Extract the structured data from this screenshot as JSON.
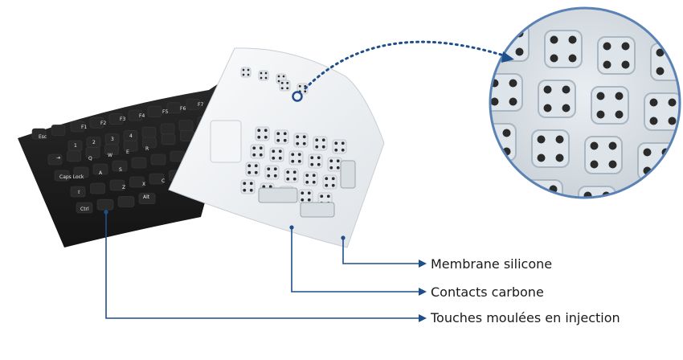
{
  "colors": {
    "accent": "#1f4e8c",
    "keyboard": "#1b1b1b",
    "key": "#2a2a2a",
    "membrane": "#eef0f2",
    "carbon_contact": "#2b2b2b"
  },
  "callouts": {
    "membrane": "Membrane silicone",
    "contacts": "Contacts carbone",
    "touches": "Touches moulées en injection"
  },
  "keys": {
    "esc": "Esc",
    "f1": "F1",
    "f2": "F2",
    "f3": "F3",
    "f4": "F4",
    "f5": "F5",
    "f6": "F6",
    "f7": "F7",
    "tab": "⇥",
    "caps": "Caps Lock",
    "shift": "⇧",
    "ctrl": "Ctrl",
    "alt": "Alt",
    "q": "Q",
    "w": "W",
    "e": "E",
    "r": "R",
    "a": "A",
    "s": "S",
    "z": "Z",
    "x": "X",
    "c": "C",
    "n1": "1",
    "n2": "2",
    "n3": "3",
    "n4": "4"
  }
}
